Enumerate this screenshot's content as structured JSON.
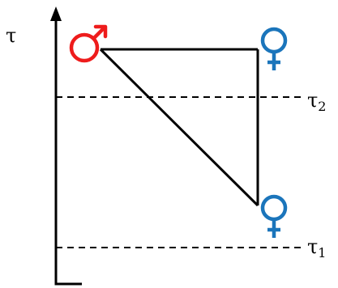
{
  "labels": {
    "axis": "τ",
    "tau2_base": "τ",
    "tau2_sub": "2",
    "tau1_base": "τ",
    "tau1_sub": "1"
  },
  "symbols": {
    "male": "male-symbol",
    "female_top": "female-symbol",
    "female_bottom": "female-symbol"
  },
  "colors": {
    "male": "#ee1c1c",
    "female": "#1b75bb",
    "lines": "#000000"
  }
}
